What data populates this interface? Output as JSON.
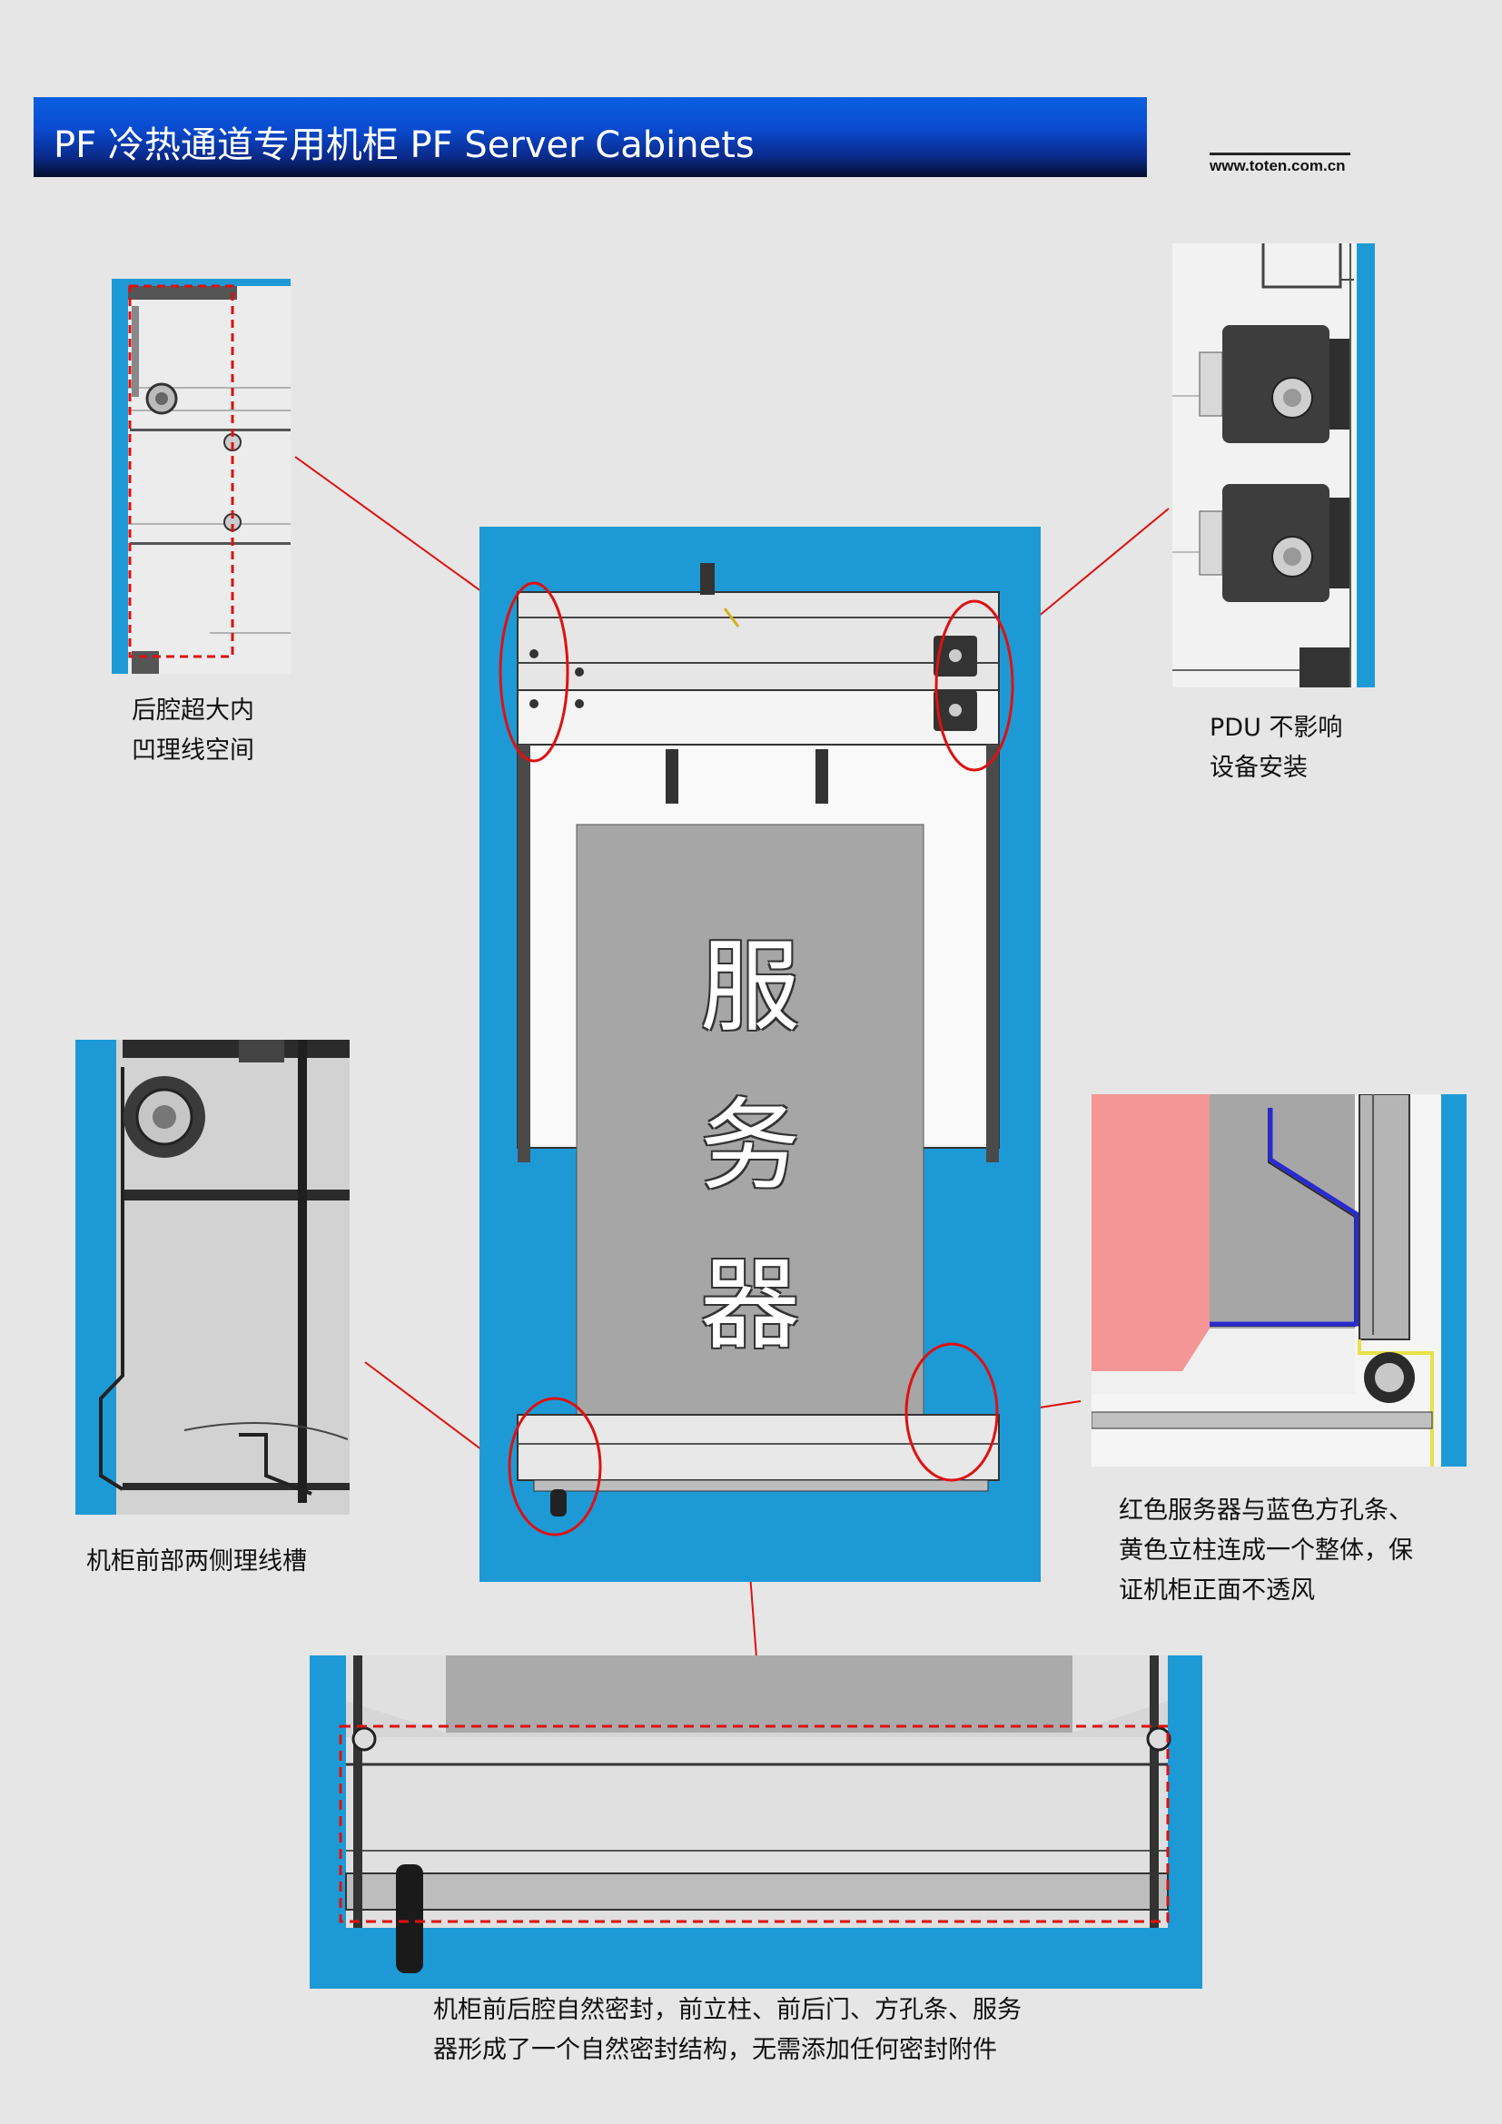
{
  "header": {
    "title": "PF 冷热通道专用机柜  PF Server Cabinets",
    "website": "www.toten.com.cn"
  },
  "center_diagram": {
    "label_lines": [
      "服",
      "务",
      "器"
    ]
  },
  "captions": {
    "top_left": [
      "后腔超大内",
      "凹理线空间"
    ],
    "top_right": [
      "PDU 不影响",
      "设备安装"
    ],
    "middle_left": [
      "机柜前部两侧理线槽"
    ],
    "middle_right": [
      "红色服务器与蓝色方孔条、",
      "黄色立柱连成一个整体，保",
      "证机柜正面不透风"
    ],
    "bottom": [
      "机柜前后腔自然密封，前立柱、前后门、方孔条、服务",
      "器形成了一个自然密封结构，无需添加任何密封附件"
    ]
  },
  "colors": {
    "title_gradient_top": "#0a5fe0",
    "title_gradient_bottom": "#050f2a",
    "panel_blue": "#1d9ad6",
    "callout_red": "#dd1111",
    "server_gray": "#a6a6a6",
    "server_pink": "#f49696",
    "square_hole_strip_blue": "#2a2ad0",
    "upright_yellow": "#e6e24a"
  },
  "icons": [
    "bolt-icon",
    "caster-wheel-icon",
    "pdu-socket-icon"
  ]
}
